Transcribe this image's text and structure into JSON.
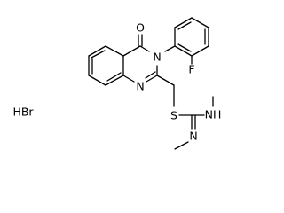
{
  "structure": {
    "counterion": "HBr",
    "atoms": {
      "carbonyl_oxygen": "O",
      "ring_n3": "N",
      "ring_n1": "N",
      "fluorine": "F",
      "sulfur": "S",
      "amine_nh": "NH",
      "imine_n": "N"
    }
  }
}
